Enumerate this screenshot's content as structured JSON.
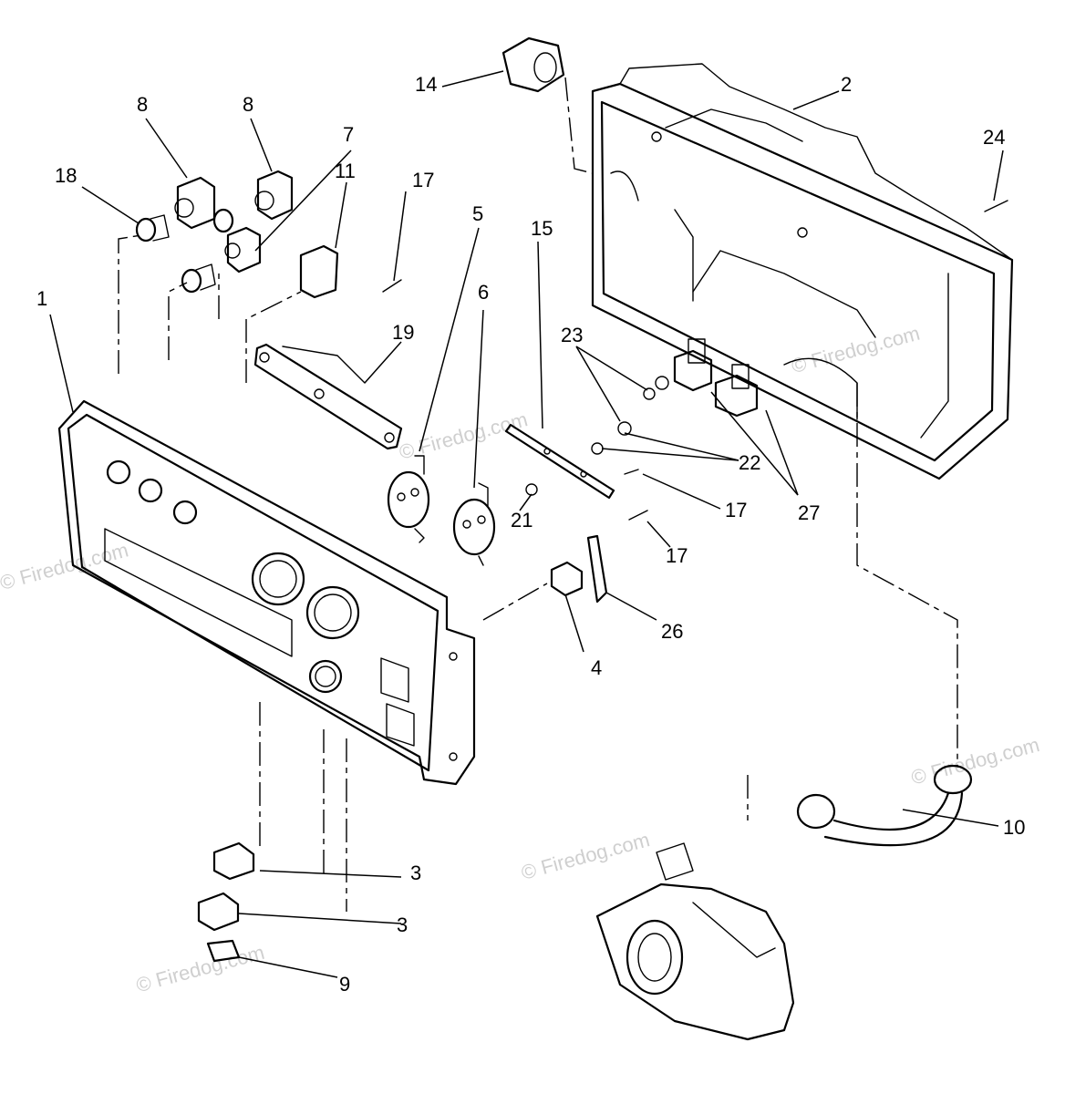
{
  "diagram": {
    "callouts": [
      {
        "id": "c1",
        "text": "1"
      },
      {
        "id": "c2",
        "text": "2"
      },
      {
        "id": "c3a",
        "text": "3"
      },
      {
        "id": "c3b",
        "text": "3"
      },
      {
        "id": "c4",
        "text": "4"
      },
      {
        "id": "c5",
        "text": "5"
      },
      {
        "id": "c6",
        "text": "6"
      },
      {
        "id": "c7",
        "text": "7"
      },
      {
        "id": "c8a",
        "text": "8"
      },
      {
        "id": "c8b",
        "text": "8"
      },
      {
        "id": "c9",
        "text": "9"
      },
      {
        "id": "c10",
        "text": "10"
      },
      {
        "id": "c11",
        "text": "11"
      },
      {
        "id": "c14",
        "text": "14"
      },
      {
        "id": "c15",
        "text": "15"
      },
      {
        "id": "c17a",
        "text": "17"
      },
      {
        "id": "c17b",
        "text": "17"
      },
      {
        "id": "c17c",
        "text": "17"
      },
      {
        "id": "c18",
        "text": "18"
      },
      {
        "id": "c19",
        "text": "19"
      },
      {
        "id": "c21",
        "text": "21"
      },
      {
        "id": "c22",
        "text": "22"
      },
      {
        "id": "c23",
        "text": "23"
      },
      {
        "id": "c24",
        "text": "24"
      },
      {
        "id": "c26",
        "text": "26"
      },
      {
        "id": "c27",
        "text": "27"
      }
    ],
    "watermark": "© Firedog.com"
  }
}
